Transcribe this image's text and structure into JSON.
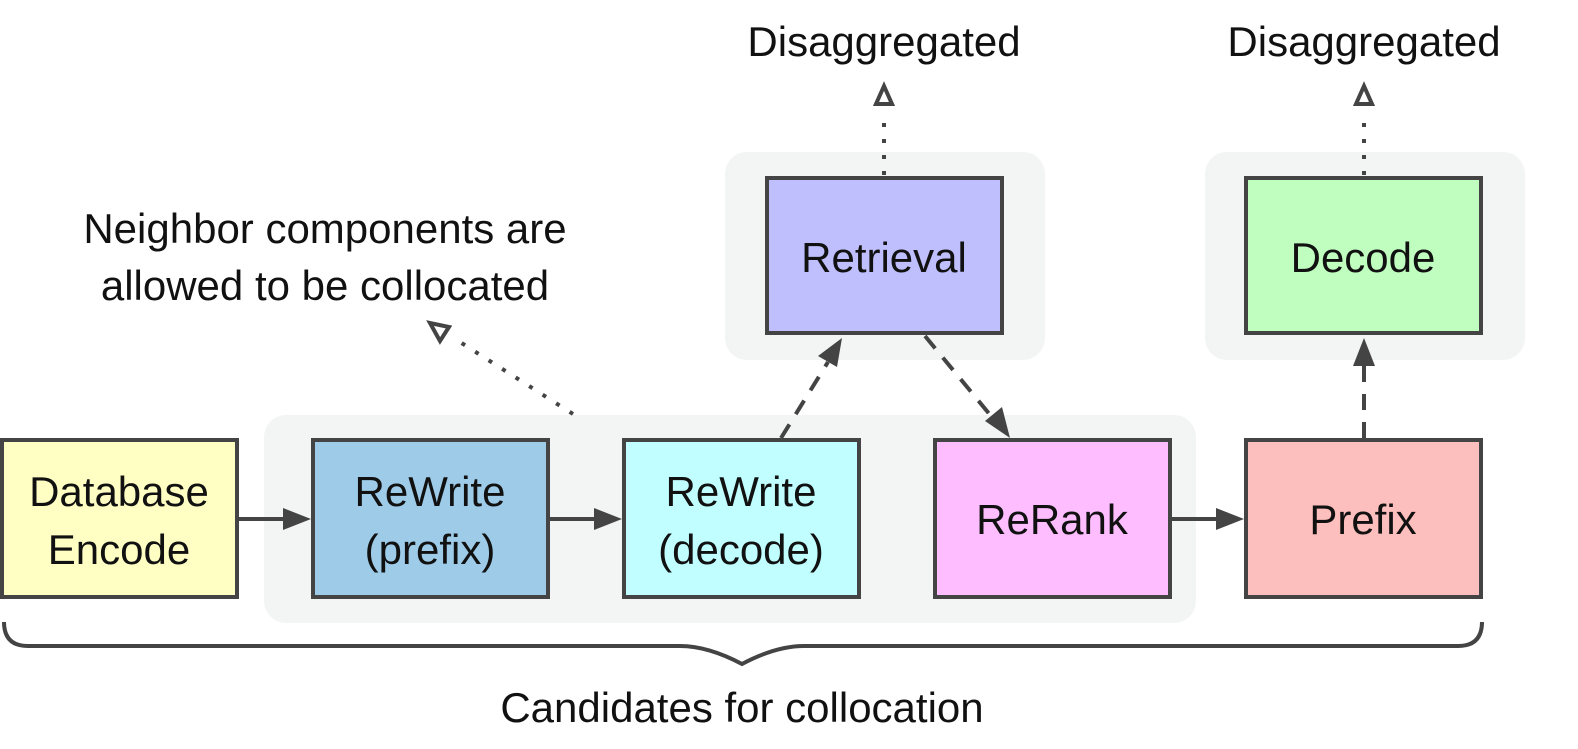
{
  "nodes": {
    "database_encode": {
      "line1": "Database",
      "line2": "Encode",
      "color": "#ffffc4"
    },
    "rewrite_prefix": {
      "line1": "ReWrite",
      "line2": "(prefix)",
      "color": "#9dcbe8"
    },
    "rewrite_decode": {
      "line1": "ReWrite",
      "line2": "(decode)",
      "color": "#c0feff"
    },
    "rerank": {
      "label": "ReRank",
      "color": "#fdbdfe"
    },
    "prefix": {
      "label": "Prefix",
      "color": "#fdbfbd"
    },
    "retrieval": {
      "label": "Retrieval",
      "color": "#bfbffe"
    },
    "decode": {
      "label": "Decode",
      "color": "#c0fec0"
    }
  },
  "annotations": {
    "disaggregated_retrieval": "Disaggregated",
    "disaggregated_decode": "Disaggregated",
    "neighbor_line1": "Neighbor components are",
    "neighbor_line2": "allowed to be collocated",
    "candidates": "Candidates for collocation"
  },
  "colors": {
    "stroke": "#444444",
    "group_background": "#f3f4f4"
  }
}
